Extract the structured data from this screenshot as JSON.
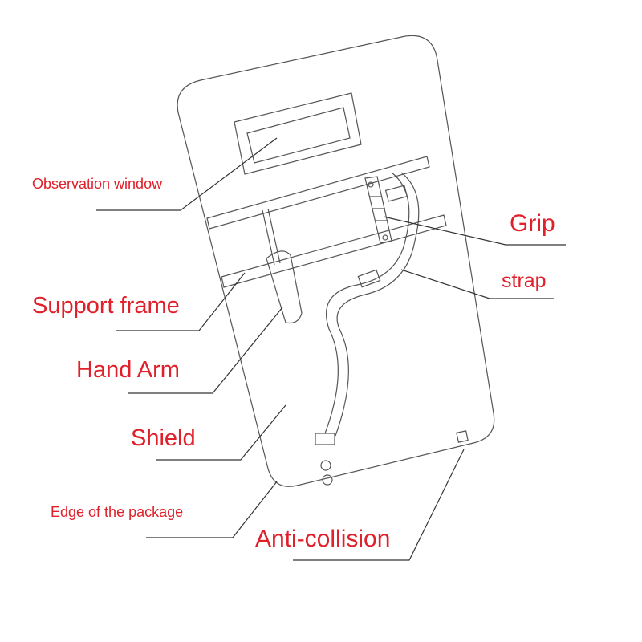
{
  "labels": {
    "observation_window": "Observation window",
    "grip": "Grip",
    "strap": "strap",
    "support_frame": "Support frame",
    "hand_arm": "Hand Arm",
    "shield": "Shield",
    "edge_of_package": "Edge of the package",
    "anti_collision": "Anti-collision"
  },
  "colors": {
    "label": "#e0202a",
    "line": "#333333"
  }
}
